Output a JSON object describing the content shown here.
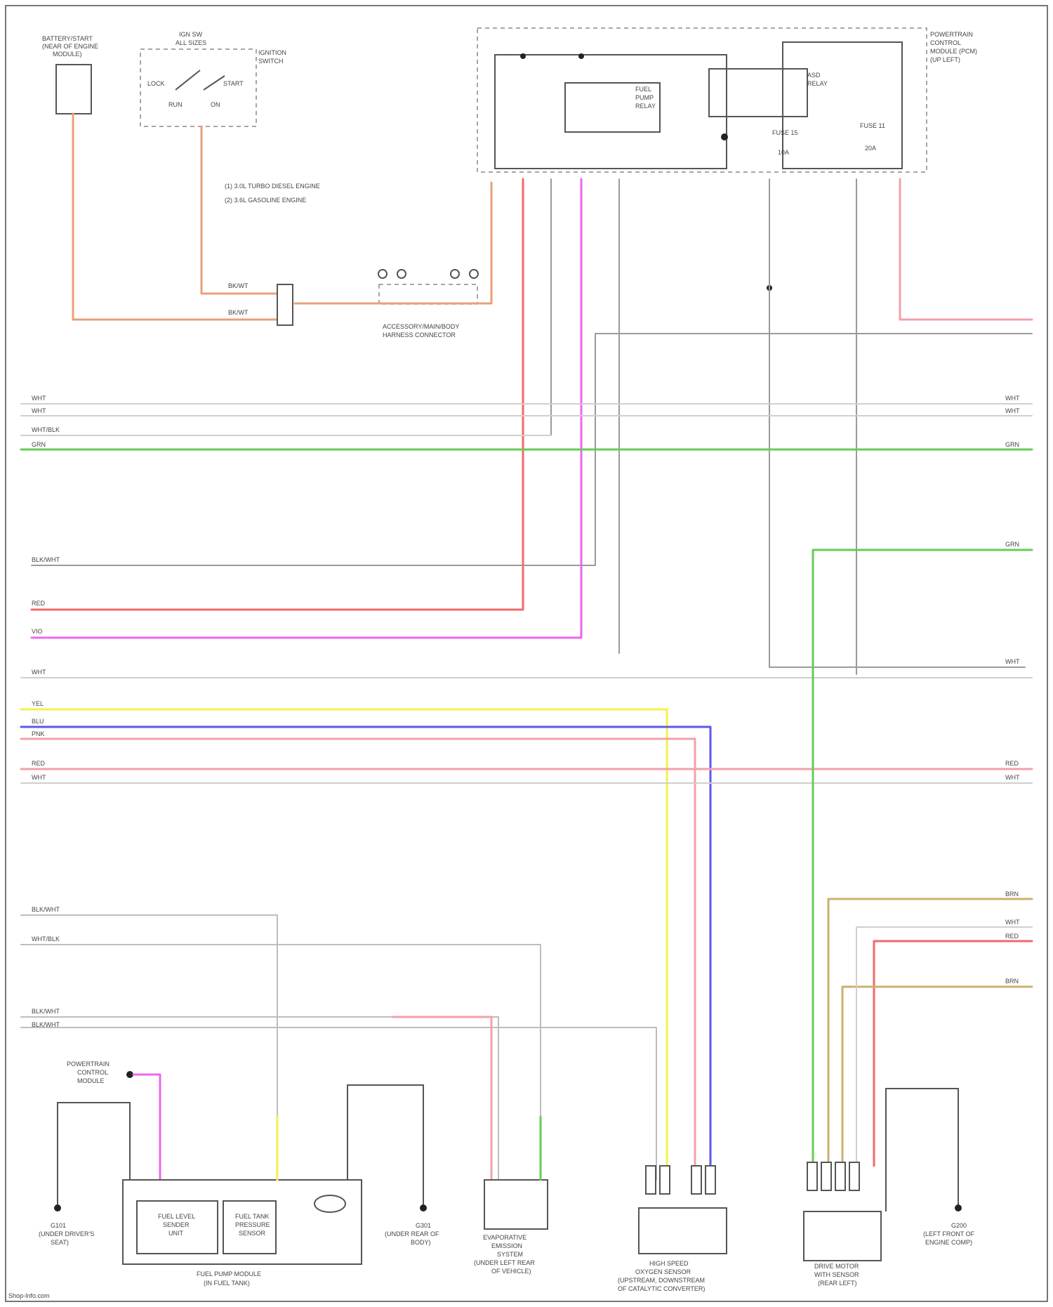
{
  "footer": {
    "watermark": "Shop-Info.com"
  },
  "top_left": {
    "component_1": [
      "BATTERY/START",
      "(NEAR OF ENGINE",
      "MODULE)"
    ],
    "switch_label": [
      "IGN SW",
      "ALL SIZES"
    ],
    "switch_positions": [
      "LOCK",
      "START",
      "RUN",
      "ON"
    ],
    "switch_tag": [
      "IGNITION",
      "SWITCH"
    ],
    "notes": [
      "(1) 3.0L TURBO DIESEL ENGINE",
      "(2) 3.6L GASOLINE ENGINE"
    ],
    "connector_label": [
      "ACCESSORY/MAIN/BODY",
      "HARNESS CONNECTOR"
    ]
  },
  "top_right": {
    "box_label": [
      "POWERTRAIN",
      "CONTROL",
      "MODULE (PCM)",
      "(UP LEFT)"
    ],
    "relay_1": [
      "FUEL",
      "PUMP",
      "RELAY"
    ],
    "relay_2": [
      "ASD",
      "RELAY"
    ],
    "fuse_1": [
      "FUSE 15",
      "10A"
    ],
    "fuse_2": [
      "FUSE 11",
      "20A"
    ]
  },
  "wires": {
    "top": {
      "w1": "BK/WT",
      "w2": "BK/WT"
    },
    "rows": [
      "WHT",
      "WHT",
      "WHT/BLK",
      "GRN",
      "BLK/WHT",
      "RED",
      "VIO",
      "WHT",
      "YEL",
      "BLU",
      "PNK",
      "RED",
      "WHT"
    ],
    "right_rows": [
      "WHT",
      "WHT",
      "GRN",
      "GRN",
      "WHT",
      "RED",
      "WHT"
    ],
    "bottom_left": [
      "BLK/WHT",
      "WHT/BLK",
      "BLK/WHT",
      "BLK/WHT"
    ],
    "bottom_right": [
      "BRN",
      "WHT",
      "RED",
      "BRN"
    ]
  },
  "bottom": {
    "module_label": [
      "POWERTRAIN",
      "CONTROL",
      "MODULE"
    ],
    "ground_1": [
      "G101",
      "(UNDER DRIVER'S",
      "SEAT)"
    ],
    "sensor_1": [
      "FUEL LEVEL",
      "SENDER",
      "UNIT"
    ],
    "sensor_2": [
      "FUEL TANK",
      "PRESSURE",
      "SENSOR"
    ],
    "pump_label": [
      "FUEL PUMP MODULE",
      "(IN FUEL TANK)"
    ],
    "ground_2": [
      "G301",
      "(UNDER REAR OF",
      "BODY)"
    ],
    "sensor_3": [
      "EVAPORATIVE",
      "EMISSION",
      "SYSTEM",
      "(UNDER LEFT REAR",
      "OF VEHICLE)"
    ],
    "sensor_4": [
      "HIGH SPEED",
      "OXYGEN SENSOR",
      "(UPSTREAM, DOWNSTREAM",
      "OF CATALYTIC CONVERTER)"
    ],
    "module_2": [
      "DRIVE MOTOR",
      "WITH SENSOR",
      "(REAR LEFT)"
    ],
    "ground_3": [
      "G200",
      "(LEFT FRONT OF",
      "ENGINE COMP)"
    ]
  },
  "colors": {
    "orange": "#e8a07a",
    "red": "#f06a6a",
    "magenta": "#ee66ee",
    "green": "#66cc55",
    "yellow": "#f2f24a",
    "blue": "#5a5af0",
    "pink": "#f3a0a8",
    "gray": "#9a9a9a",
    "olive": "#c9b26e"
  }
}
